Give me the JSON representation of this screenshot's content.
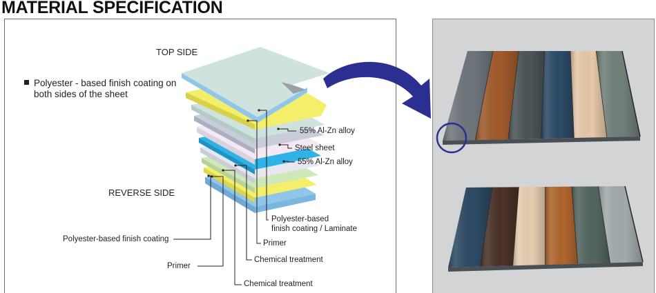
{
  "header": {
    "title": "MATERIAL SPECIFICATION"
  },
  "diagram": {
    "top_side_label": "TOP SIDE",
    "reverse_side_label": "REVERSE SIDE",
    "note": "Polyester - based finish coating on both sides of the sheet",
    "callouts": {
      "alloy_top": "55% Al-Zn alloy",
      "steel_sheet": "Steel sheet",
      "alloy_bottom": "55% Al-Zn alloy",
      "finish_laminate_line1": "Polyester-based",
      "finish_laminate_line2": "finish coating / Laminate",
      "primer_top": "Primer",
      "chemical_top": "Chemical treatment",
      "finish_reverse": "Polyester-based finish coating",
      "primer_reverse": "Primer",
      "chemical_reverse": "Chemical treatment"
    },
    "colors": {
      "blue_layer": "#8fc6ea",
      "yellow_layer": "#f4ef6a",
      "grey_layer": "#c9ccd9",
      "pale_top": "#cfe3de",
      "cyan_layer": "#2fb3e6",
      "arrow": "#2b2f8f"
    }
  },
  "photo": {
    "panel_colors_top": [
      "#6f767b",
      "#a05a2c",
      "#4c5558",
      "#2c4a66",
      "#e6c8a8",
      "#717f79"
    ],
    "panel_colors_bottom": [
      "#2d4a63",
      "#4a3226",
      "#e6cdb0",
      "#b0652e",
      "#546560",
      "#a2aaab"
    ]
  }
}
